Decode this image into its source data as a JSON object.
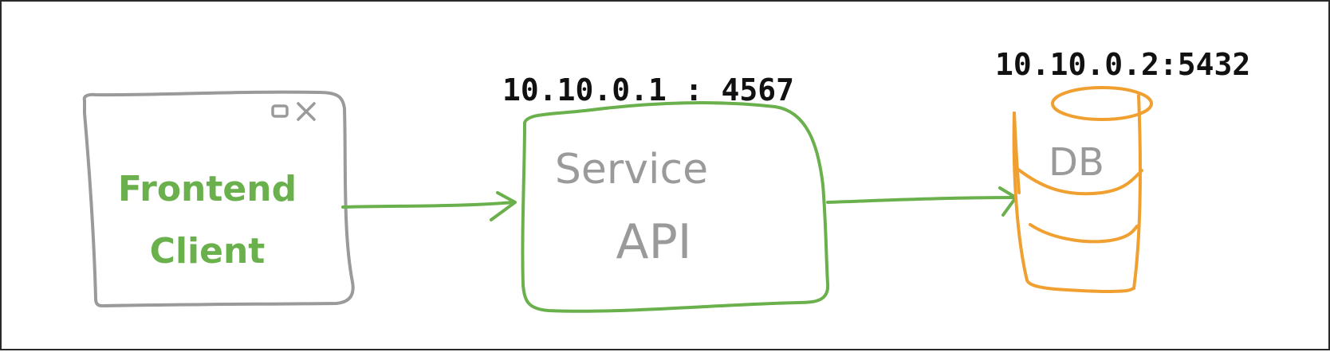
{
  "colors": {
    "client_outline": "#9a9a9a",
    "client_text": "#6ab04c",
    "service_outline": "#6ab04c",
    "service_text": "#9a9a9a",
    "db_outline": "#f0a030",
    "db_text": "#9a9a9a",
    "connector": "#6ab04c",
    "address_text": "#111111",
    "frame": "#2a2a2a"
  },
  "client": {
    "line1": "Frontend",
    "line2": "Client",
    "window_controls_icon": "window-minimize-close-icon"
  },
  "service": {
    "line1": "Service",
    "line2": "API",
    "address": "10.10.0.1 : 4567"
  },
  "database": {
    "label": "DB",
    "address": "10.10.0.2:5432"
  },
  "connectors": [
    {
      "from": "client",
      "to": "service"
    },
    {
      "from": "service",
      "to": "database"
    }
  ]
}
